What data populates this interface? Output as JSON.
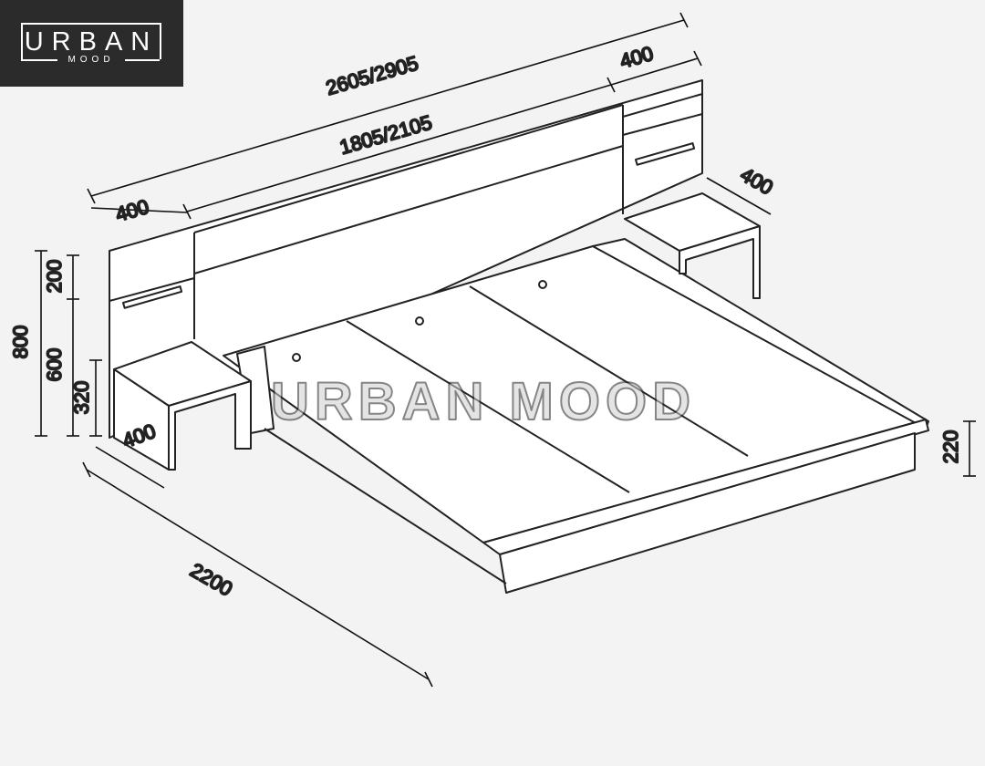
{
  "logo": {
    "name": "URBAN",
    "sub": "MOOD"
  },
  "watermark": "URBAN MOOD",
  "dimensions": {
    "overall_width": "2605/2905",
    "headboard_center_width": "1805/2105",
    "left_side_panel_width": "400",
    "right_side_panel_width": "400",
    "right_nightstand_depth": "400",
    "left_nightstand_depth": "400",
    "total_height": "800",
    "top_panel_height": "200",
    "lower_panel_height": "600",
    "nightstand_height": "320",
    "bed_length": "2200",
    "platform_height": "220"
  }
}
